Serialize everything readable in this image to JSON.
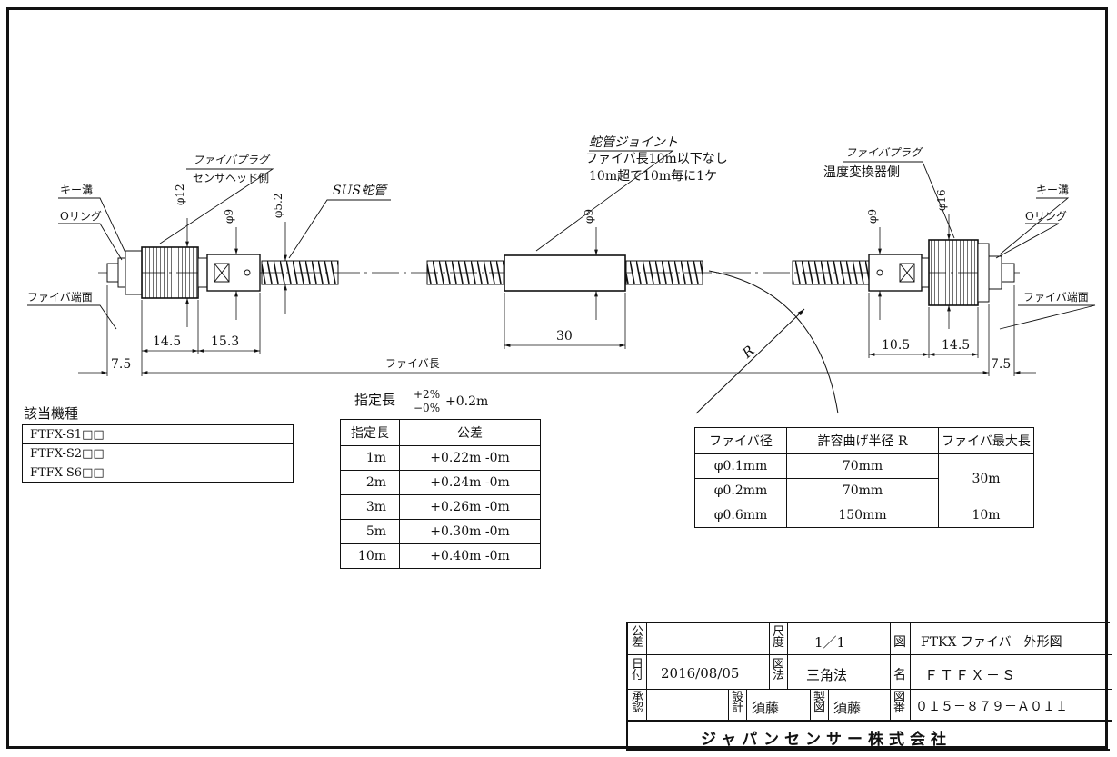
{
  "annotations": {
    "key_groove_left": "キー溝",
    "oring_left": "Oリング",
    "fiber_plug_left": "ファイバプラグ",
    "sensor_head_side": "センサヘッド側",
    "sus_tube": "SUS蛇管",
    "fiber_end_left": "ファイバ端面",
    "tube_joint": "蛇管ジョイント",
    "joint_note_1": "ファイバ長10m以下なし",
    "joint_note_2": "10m超で10m毎に1ケ",
    "fiber_plug_right": "ファイバプラグ",
    "temp_converter_side": "温度変換器側",
    "key_groove_right": "キー溝",
    "oring_right": "Oリング",
    "fiber_end_right": "ファイバ端面",
    "radius_label": "R"
  },
  "dimensions": {
    "phi12": "φ12",
    "phi9_left": "φ9",
    "phi5_2": "φ5.2",
    "phi9_joint": "φ9",
    "phi9_right": "φ9",
    "phi16": "φ16",
    "d14_5_left": "14.5",
    "d15_3": "15.3",
    "d7_5_left": "7.5",
    "d30": "30",
    "d10_5": "10.5",
    "d14_5_right": "14.5",
    "d7_5_right": "7.5",
    "fiber_length": "ファイバ長"
  },
  "models": {
    "title": "該当機種",
    "items": [
      "FTFX-S1□□",
      "FTFX-S2□□",
      "FTFX-S6□□"
    ]
  },
  "tolerance": {
    "spec_label": "指定長",
    "spec_upper": "+2%",
    "spec_lower": "−0%",
    "spec_extra": "+0.2m",
    "headers": [
      "指定長",
      "公差"
    ],
    "rows": [
      [
        "1m",
        "+0.22m -0m"
      ],
      [
        "2m",
        "+0.24m -0m"
      ],
      [
        "3m",
        "+0.26m -0m"
      ],
      [
        "5m",
        "+0.30m -0m"
      ],
      [
        "10m",
        "+0.40m -0m"
      ]
    ]
  },
  "bend": {
    "headers": [
      "ファイバ径",
      "許容曲げ半径 R",
      "ファイバ最大長"
    ],
    "rows": [
      [
        "φ0.1mm",
        "70mm"
      ],
      [
        "φ0.2mm",
        "70mm"
      ],
      [
        "φ0.6mm",
        "150mm"
      ]
    ],
    "max_30": "30m",
    "max_10": "10m"
  },
  "title_block": {
    "tolerance_label": "公差",
    "scale_label": "尺度",
    "scale_value": "1／1",
    "drawing_label": "図",
    "title_value": "FTKX ファイバ　外形図",
    "date_label": "日付",
    "date_value": "2016/08/05",
    "method_label": "図法",
    "method_value": "三角法",
    "name_label": "名",
    "name_value": "ＦＴＦＸ－Ｓ",
    "approve_label": "承認",
    "design_label": "設計",
    "design_value": "須藤",
    "make_label": "製図",
    "make_value": "須藤",
    "number_label": "図番",
    "number_value": "０１５－８７９－Ａ０１１",
    "company": "ジャパンセンサー株式会社"
  }
}
